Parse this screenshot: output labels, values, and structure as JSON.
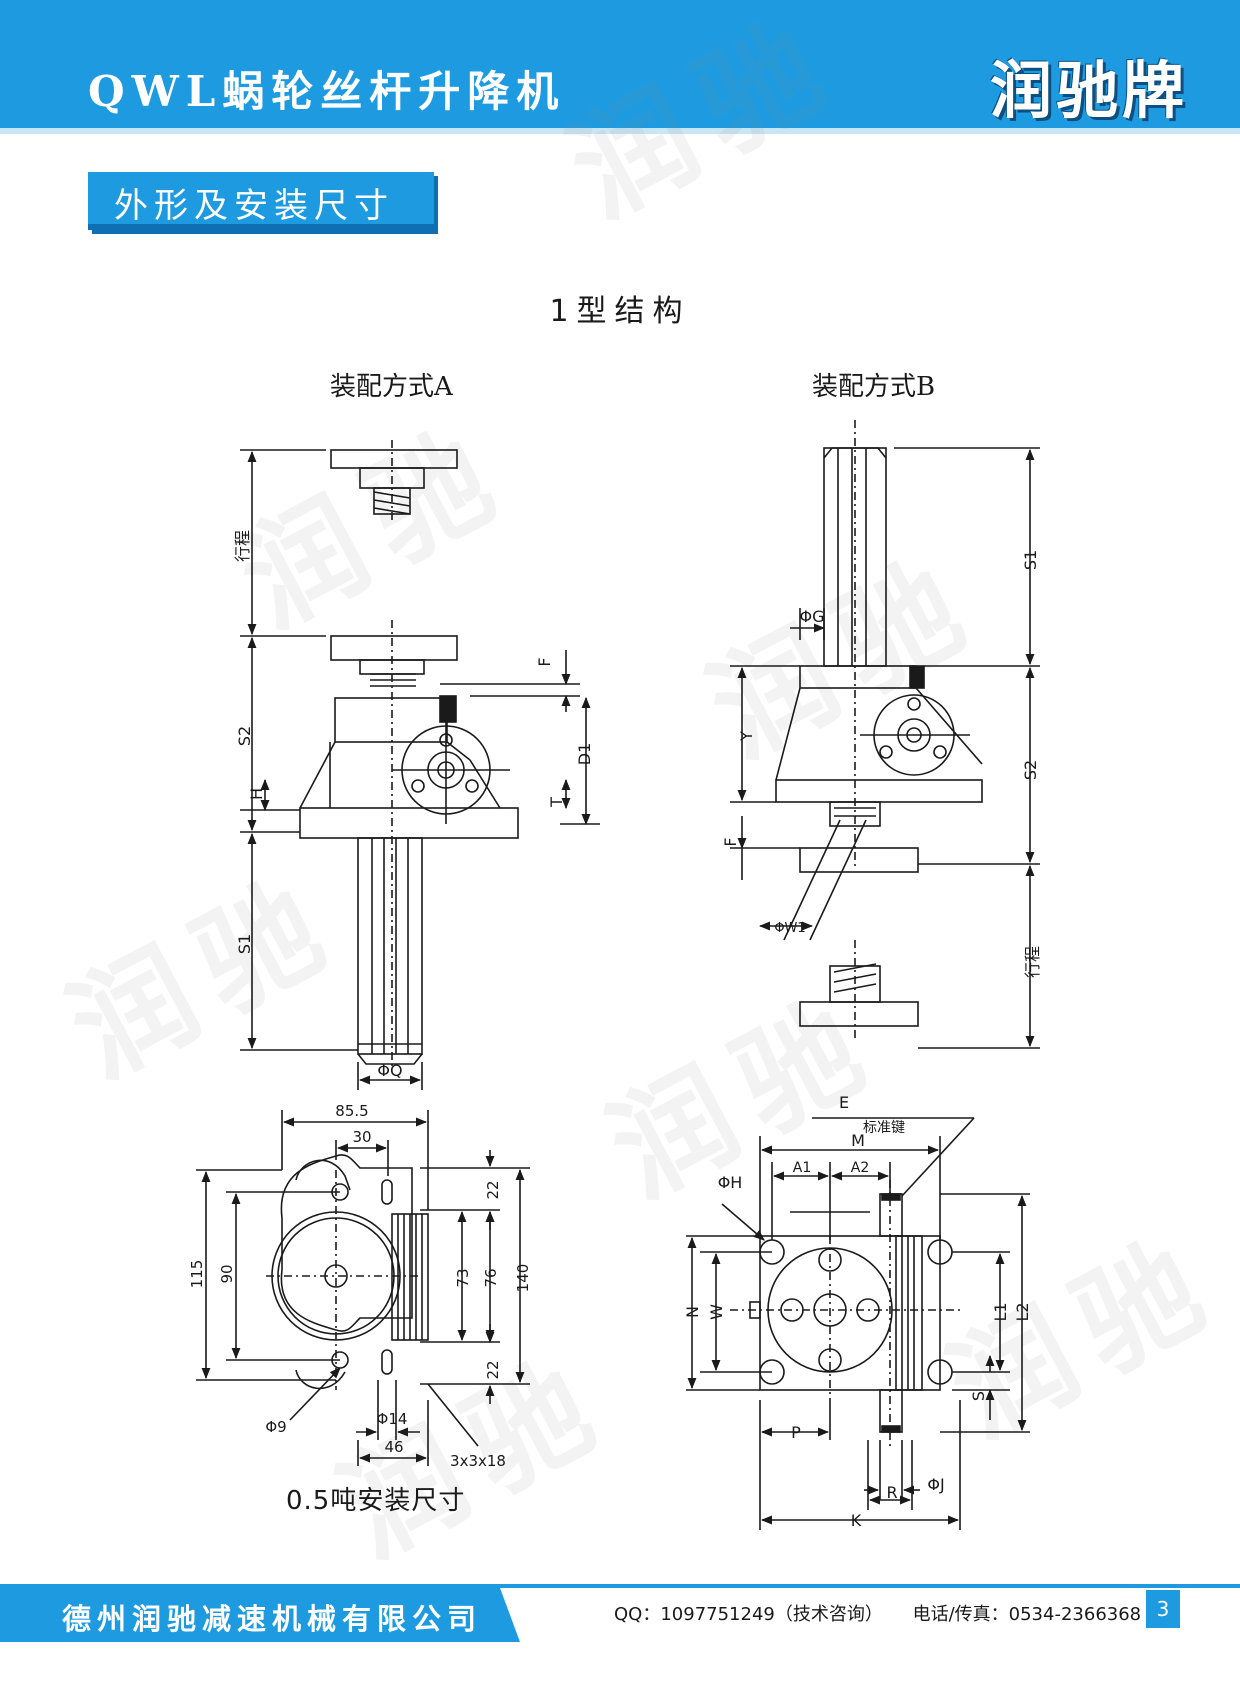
{
  "header": {
    "title": "QWL蜗轮丝杆升降机",
    "brand": "润驰牌"
  },
  "section_title": "外形及安装尺寸",
  "subtitle": "1型结构",
  "views": {
    "a_label": "装配方式A",
    "b_label": "装配方式B"
  },
  "watermark": "润驰",
  "drawing_a": {
    "stroke": "行程",
    "s2": "S2",
    "s1": "S1",
    "h": "H",
    "f": "F",
    "d1": "D1",
    "t": "T",
    "phi_q": "ΦQ"
  },
  "drawing_b": {
    "s1": "S1",
    "s2": "S2",
    "stroke": "行程",
    "phi_g": "ΦG",
    "y": "Y",
    "f": "F",
    "phi_w1": "ΦW1"
  },
  "drawing_05": {
    "d85_5": "85.5",
    "d30": "30",
    "d115": "115",
    "d90": "90",
    "d22_top": "22",
    "d73": "73",
    "d76": "76",
    "d140": "140",
    "d22_bottom": "22",
    "phi9": "Φ9",
    "phi14": "Φ14",
    "d46": "46",
    "key": "3x3x18",
    "caption": "0.5吨安装尺寸"
  },
  "drawing_top": {
    "e": "E",
    "key_label": "标准键",
    "m": "M",
    "a1": "A1",
    "a2": "A2",
    "phi_h": "ΦH",
    "n": "N",
    "w": "W",
    "l1": "L1",
    "l2": "L2",
    "s": "S",
    "p": "P",
    "phi_j": "ΦJ",
    "r": "R",
    "k": "K"
  },
  "footer": {
    "company": "德州润驰减速机械有限公司",
    "qq": "QQ：1097751249（技术咨询）",
    "phone": "电话/传真：0534-2366368",
    "page": "3"
  },
  "colors": {
    "brand_blue": "#1e9be0",
    "dark_blue": "#0f6fb3"
  }
}
